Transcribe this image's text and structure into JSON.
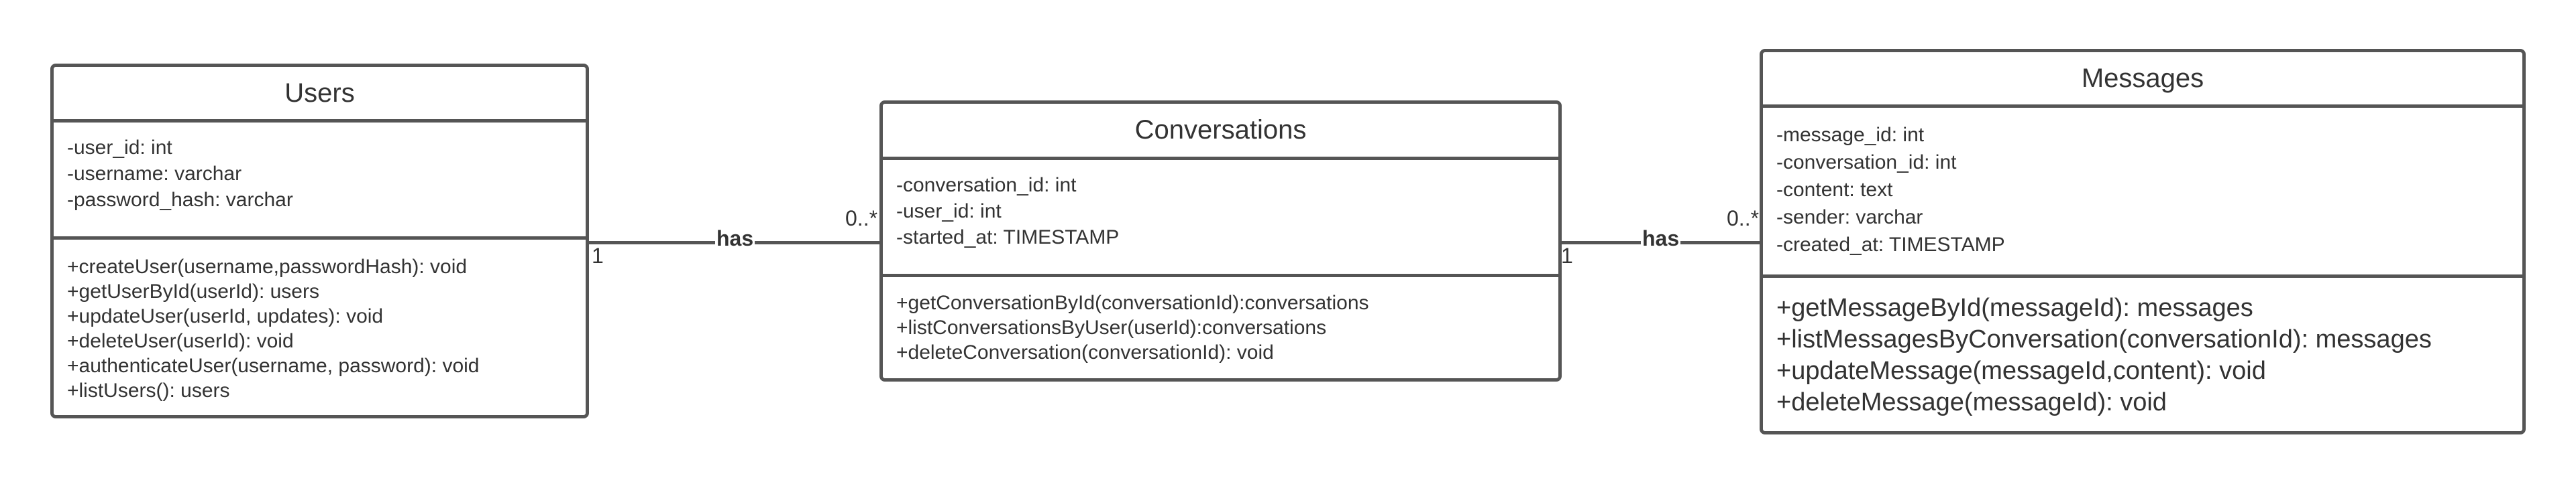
{
  "classes": {
    "users": {
      "name": "Users",
      "attributes": [
        "-user_id: int",
        "-username: varchar",
        "-password_hash: varchar"
      ],
      "operations": [
        "+createUser(username,passwordHash): void",
        "+getUserById(userId): users",
        "+updateUser(userId, updates): void",
        "+deleteUser(userId): void",
        "+authenticateUser(username, password): void",
        "+listUsers(): users"
      ]
    },
    "conversations": {
      "name": "Conversations",
      "attributes": [
        "-conversation_id: int",
        "-user_id: int",
        "-started_at: TIMESTAMP"
      ],
      "operations": [
        "+getConversationById(conversationId):conversations",
        "+listConversationsByUser(userId):conversations",
        "+deleteConversation(conversationId): void"
      ]
    },
    "messages": {
      "name": "Messages",
      "attributes": [
        "-message_id: int",
        "-conversation_id: int",
        "-content: text",
        "-sender: varchar",
        "-created_at: TIMESTAMP"
      ],
      "operations": [
        "+getMessageById(messageId): messages",
        "+listMessagesByConversation(conversationId): messages",
        "+updateMessage(messageId,content): void",
        "+deleteMessage(messageId): void"
      ]
    }
  },
  "associations": {
    "users_conversations": {
      "label": "has",
      "source_multiplicity": "1",
      "target_multiplicity": "0..*"
    },
    "conversations_messages": {
      "label": "has",
      "source_multiplicity": "1",
      "target_multiplicity": "0..*"
    }
  }
}
